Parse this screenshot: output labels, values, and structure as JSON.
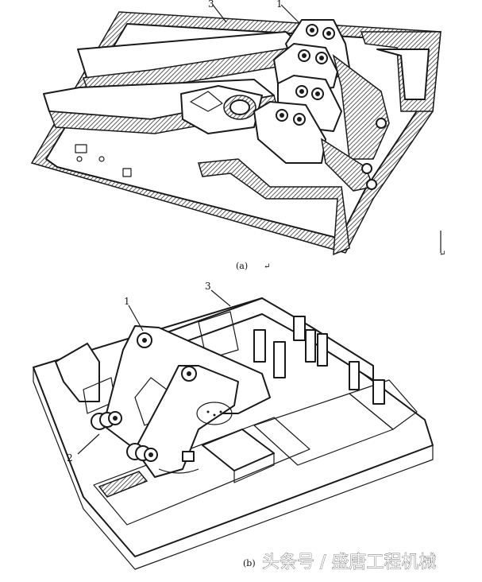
{
  "figure_a": {
    "caption": "(a)",
    "callouts": [
      "3",
      "1"
    ]
  },
  "figure_b": {
    "caption": "(b)",
    "callouts": [
      "1",
      "3",
      "2"
    ]
  },
  "watermark": {
    "text": "头条号 / 盛唐工程机械"
  },
  "colors": {
    "ink": "#1a1a1a",
    "paper": "#ffffff"
  }
}
